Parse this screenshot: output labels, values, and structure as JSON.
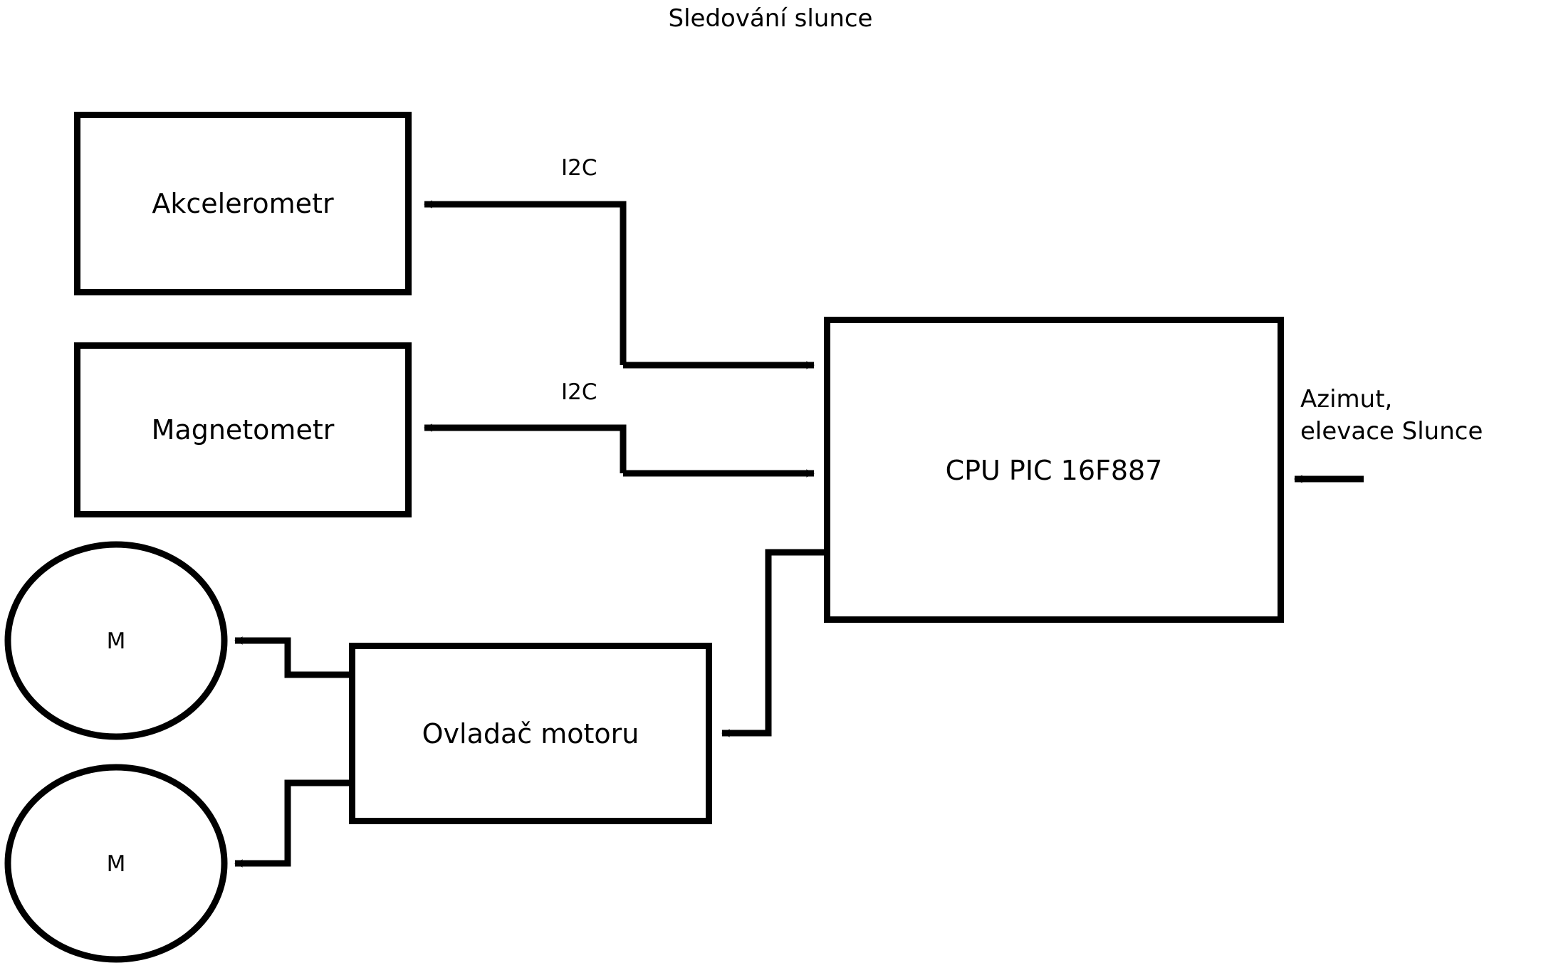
{
  "diagram": {
    "title": "Sledování slunce",
    "blocks": [
      {
        "id": "akcelerometr",
        "label": "Akcelerometr",
        "shape": "rect"
      },
      {
        "id": "magnetometr",
        "label": "Magnetometr",
        "shape": "rect"
      },
      {
        "id": "cpu",
        "label": "CPU PIC 16F887",
        "shape": "rect"
      },
      {
        "id": "ovladac",
        "label": "Ovladač motoru",
        "shape": "rect"
      },
      {
        "id": "motor_top",
        "label": "M",
        "shape": "ellipse"
      },
      {
        "id": "motor_bottom",
        "label": "M",
        "shape": "ellipse"
      }
    ],
    "edge_labels": {
      "i2c_accel": "I2C",
      "i2c_magnet": "I2C"
    },
    "input_label": {
      "line1": "Azimut,",
      "line2": "elevace Slunce"
    },
    "colors": {
      "background": "#ffffff",
      "stroke": "#000000",
      "text": "#000000"
    }
  }
}
